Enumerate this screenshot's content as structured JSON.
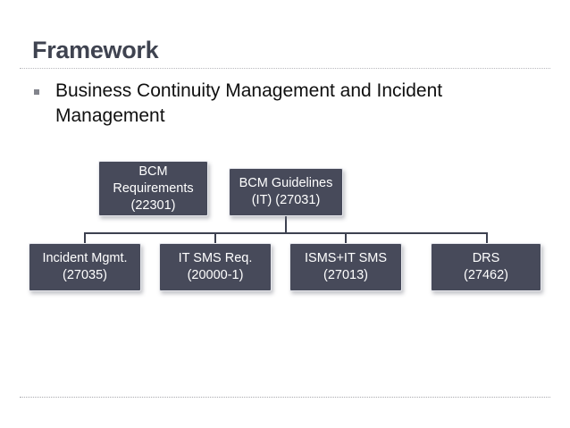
{
  "slide": {
    "title": "Framework",
    "bullet": {
      "marker": "square-bullet",
      "text": "Business Continuity Management and Incident Management"
    }
  },
  "colors": {
    "node_fill": "#474a5a",
    "node_border": "#e8e9ee",
    "node_text": "#ffffff",
    "title_text": "#3f4350",
    "body_text": "#101010",
    "divider": "#b9b9bd",
    "connector": "#3d4150",
    "background": "#ffffff"
  },
  "diagram": {
    "top_nodes": [
      {
        "name": "bcm-requirements",
        "line1": "BCM",
        "line2": "Requirements",
        "line3": "(22301)"
      },
      {
        "name": "bcm-guidelines",
        "line1": "BCM Guidelines",
        "line2": "(IT) (27031)",
        "line3": ""
      }
    ],
    "leaf_nodes": [
      {
        "name": "incident-mgmt",
        "line1": "Incident Mgmt.",
        "line2": "(27035)"
      },
      {
        "name": "it-sms-req",
        "line1": "IT SMS Req.",
        "line2": "(20000-1)"
      },
      {
        "name": "isms-it-sms",
        "line1": "ISMS+IT SMS",
        "line2": "(27013)"
      },
      {
        "name": "drs",
        "line1": "DRS",
        "line2": "(27462)"
      }
    ]
  }
}
